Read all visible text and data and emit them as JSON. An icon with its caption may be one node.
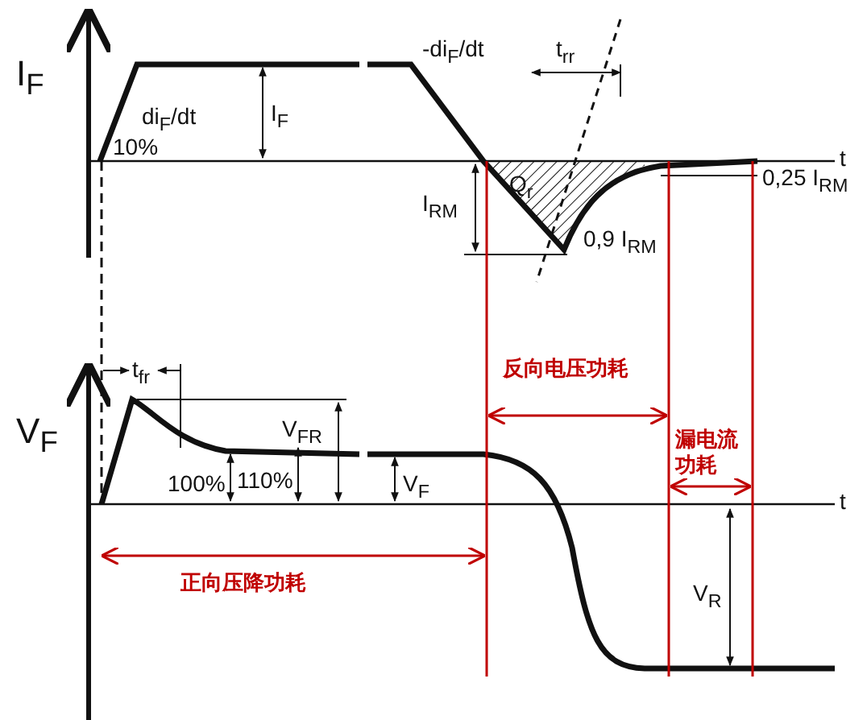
{
  "diagram": {
    "labels": [
      "I$_{F}$",
      "-di$_{F}$/dt",
      "t$_{rr}$",
      "di$_{F}$/dt",
      "I$_{F}$",
      "10%",
      "t",
      "Q$_{r}$",
      "0,25 I$_{RM}$",
      "I$_{RM}$",
      "0,9 I$_{RM}$",
      "V$_{F}$",
      "t$_{fr}$",
      "反向电压功耗",
      "V$_{FR}$",
      "漏电流功耗",
      "100%",
      "110%",
      "V$_{F}$",
      "t",
      "V$_{R}$",
      "正向压降功耗"
    ]
  }
}
